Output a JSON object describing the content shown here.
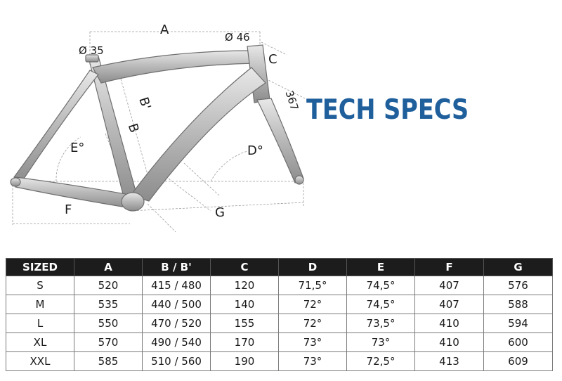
{
  "title": "TECH SPECS",
  "diagram": {
    "labels": {
      "a": "A",
      "b": "B",
      "b_prime": "B'",
      "c": "C",
      "c_length": "367",
      "d": "D°",
      "e": "E°",
      "f": "F",
      "g": "G",
      "seat_diameter": "Ø 35",
      "head_diameter": "Ø 46"
    }
  },
  "table": {
    "headers": [
      "SIZED",
      "A",
      "B / B'",
      "C",
      "D",
      "E",
      "F",
      "G"
    ],
    "rows": [
      [
        "S",
        "520",
        "415 / 480",
        "120",
        "71,5°",
        "74,5°",
        "407",
        "576"
      ],
      [
        "M",
        "535",
        "440 / 500",
        "140",
        "72°",
        "74,5°",
        "407",
        "588"
      ],
      [
        "L",
        "550",
        "470 / 520",
        "155",
        "72°",
        "73,5°",
        "410",
        "594"
      ],
      [
        "XL",
        "570",
        "490 / 540",
        "170",
        "73°",
        "73°",
        "410",
        "600"
      ],
      [
        "XXL",
        "585",
        "510 / 560",
        "190",
        "73°",
        "72,5°",
        "413",
        "609"
      ]
    ]
  },
  "colors": {
    "title_blue": "#1f5f9c",
    "header_bg": "#1c1c1c",
    "frame_gray": "#9a9a9a"
  }
}
